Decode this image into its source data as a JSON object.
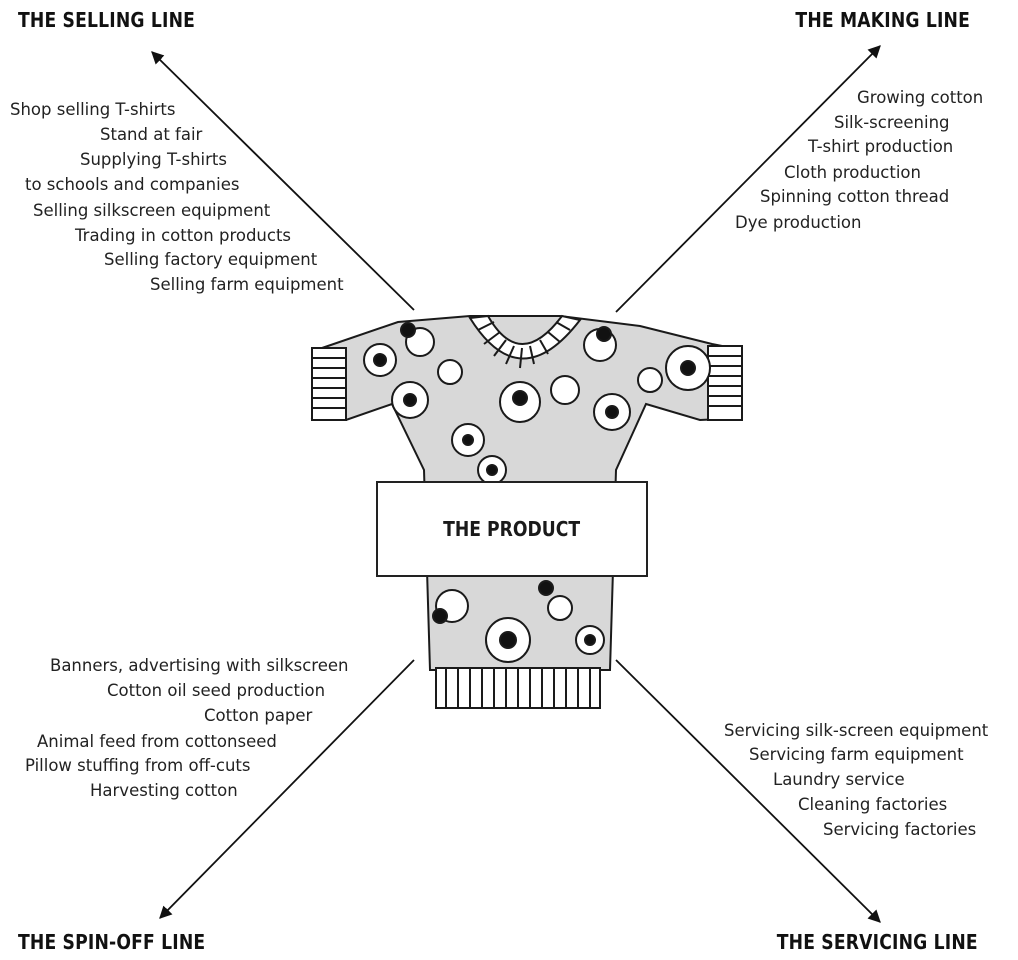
{
  "headings": {
    "selling": "THE SELLING LINE",
    "making": "THE MAKING LINE",
    "spinoff": "THE SPIN-OFF LINE",
    "servicing": "THE SERVICING LINE"
  },
  "product_label": "THE PRODUCT",
  "selling_items": [
    "Shop selling T-shirts",
    "Stand at fair",
    "Supplying T-shirts",
    "to schools and companies",
    "Selling silkscreen equipment",
    "Trading in cotton products",
    "Selling factory equipment",
    "Selling farm equipment"
  ],
  "making_items": [
    "Growing cotton",
    "Silk-screening",
    "T-shirt production",
    "Cloth production",
    "Spinning cotton thread",
    "Dye production"
  ],
  "spinoff_items": [
    "Banners, advertising with silkscreen",
    "Cotton oil seed production",
    "Cotton paper",
    "Animal feed from cottonseed",
    "Pillow stuffing from off-cuts",
    "Harvesting cotton"
  ],
  "servicing_items": [
    "Servicing silk-screen equipment",
    "Servicing farm equipment",
    "Laundry service",
    "Cleaning factories",
    "Servicing factories"
  ],
  "colors": {
    "ink": "#1a1a1a",
    "shade": "#9a9a9a",
    "background": "#ffffff"
  },
  "icons": [
    "sweater-illustration",
    "arrow-up-left",
    "arrow-up-right",
    "arrow-down-left",
    "arrow-down-right"
  ]
}
